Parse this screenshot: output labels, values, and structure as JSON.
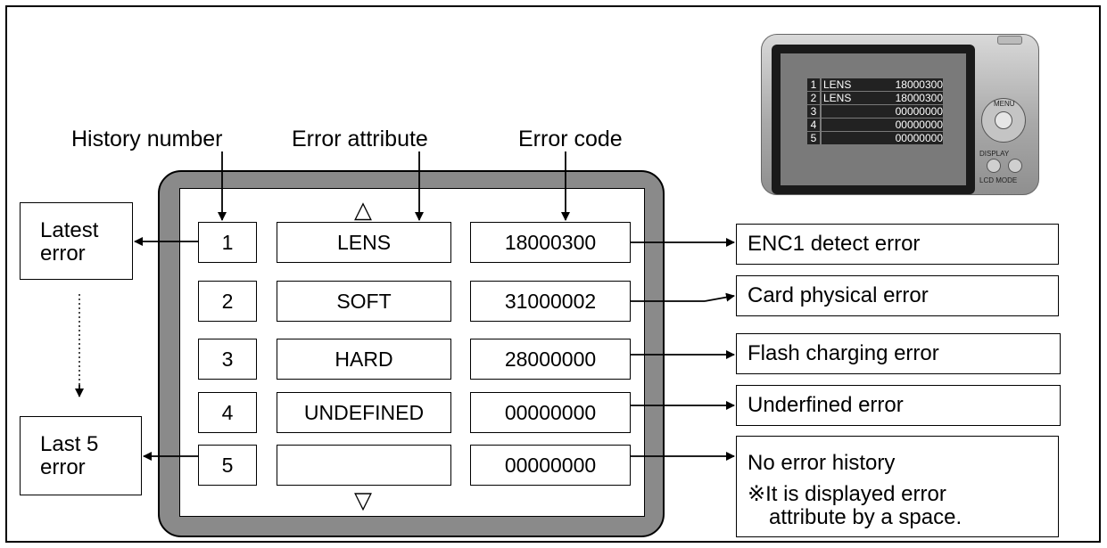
{
  "labels": {
    "history_number": "History number",
    "error_attribute": "Error attribute",
    "error_code": "Error code",
    "latest_error_line1": "Latest",
    "latest_error_line2": "error",
    "last5_error_line1": "Last 5",
    "last5_error_line2": "error"
  },
  "screen": {
    "up_arrow": "△",
    "down_arrow": "▽",
    "rows": [
      {
        "number": "1",
        "attribute": "LENS",
        "code": "18000300"
      },
      {
        "number": "2",
        "attribute": "SOFT",
        "code": "31000002"
      },
      {
        "number": "3",
        "attribute": "HARD",
        "code": "28000000"
      },
      {
        "number": "4",
        "attribute": "UNDEFINED",
        "code": "00000000"
      },
      {
        "number": "5",
        "attribute": "",
        "code": "00000000"
      }
    ]
  },
  "descriptions": [
    "ENC1 detect error",
    "Card physical error",
    "Flash charging error",
    "Underfined error",
    "No error history"
  ],
  "note": {
    "mark": "※",
    "line1": "It is displayed error",
    "line2": "attribute by a space."
  },
  "camera_display": {
    "rows": [
      {
        "number": "1",
        "attribute": "LENS",
        "code": "18000300"
      },
      {
        "number": "2",
        "attribute": "LENS",
        "code": "18000300"
      },
      {
        "number": "3",
        "attribute": "",
        "code": "00000000"
      },
      {
        "number": "4",
        "attribute": "",
        "code": "00000000"
      },
      {
        "number": "5",
        "attribute": "",
        "code": "00000000"
      }
    ],
    "button_labels": {
      "menu": "MENU",
      "display": "DISPLAY",
      "lcd_mode": "LCD MODE"
    }
  },
  "colors": {
    "screen_bezel": "#8a8a8a",
    "border": "#000000"
  }
}
